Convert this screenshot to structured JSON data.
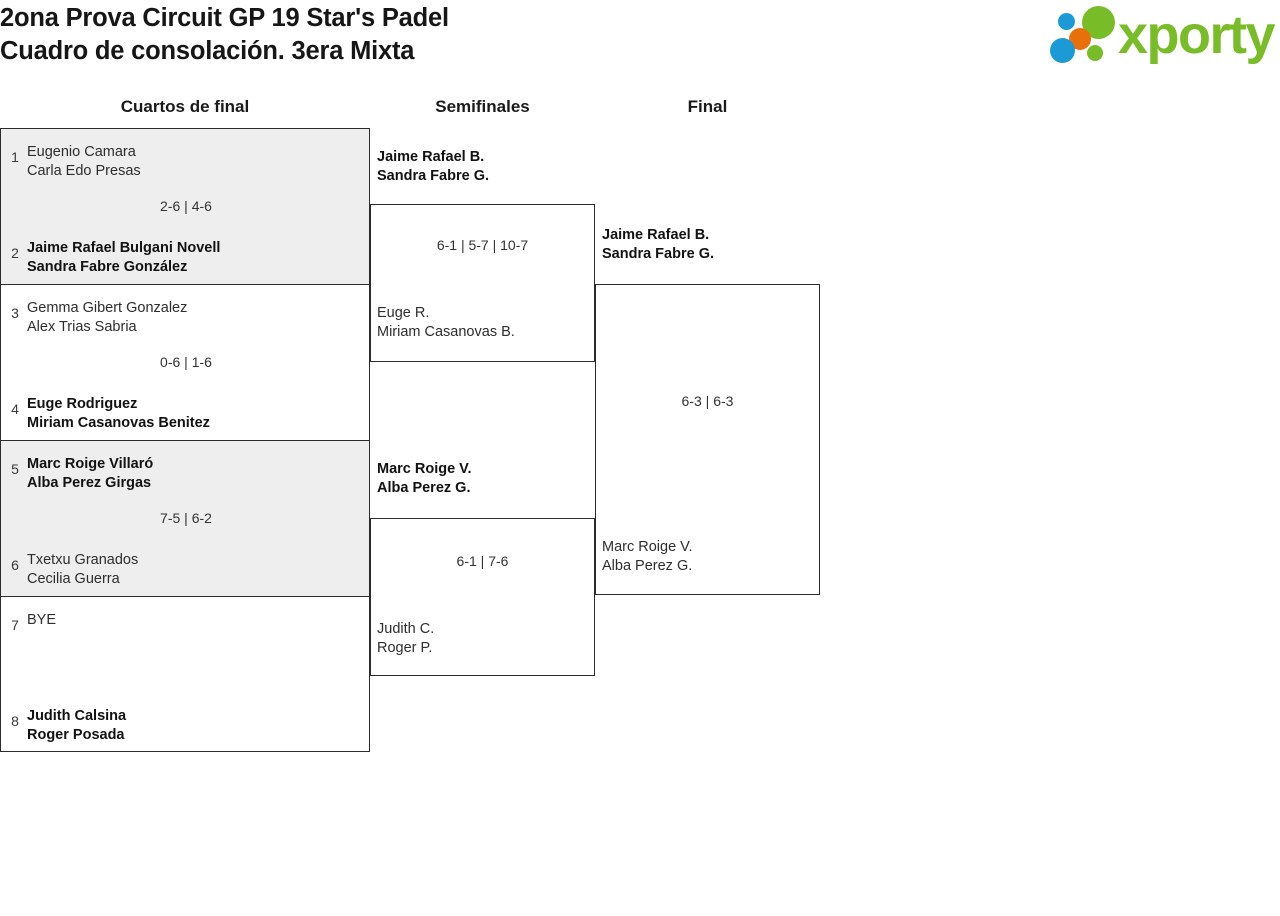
{
  "header": {
    "title_line1": "2ona Prova Circuit GP 19 Star's Padel",
    "title_line2": "Cuadro de consolación. 3era Mixta",
    "logo_text": "xporty",
    "logo_colors": {
      "green": "#78bc28",
      "blue": "#1b9ad6",
      "orange": "#e8700a"
    }
  },
  "rounds": {
    "quarterfinals_label": "Cuartos de final",
    "semifinals_label": "Semifinales",
    "final_label": "Final"
  },
  "bracket": {
    "quarterfinals": [
      {
        "shaded": true,
        "score": "2-6 | 4-6",
        "top": {
          "seed": "1",
          "player1": "Eugenio Camara",
          "player2": "Carla Edo Presas",
          "winner": false
        },
        "bottom": {
          "seed": "2",
          "player1": "Jaime Rafael Bulgani Novell",
          "player2": "Sandra Fabre González",
          "winner": true
        }
      },
      {
        "shaded": false,
        "score": "0-6 | 1-6",
        "top": {
          "seed": "3",
          "player1": "Gemma Gibert Gonzalez",
          "player2": "Alex Trias Sabria",
          "winner": false
        },
        "bottom": {
          "seed": "4",
          "player1": "Euge Rodriguez",
          "player2": "Miriam Casanovas Benitez",
          "winner": true
        }
      },
      {
        "shaded": true,
        "score": "7-5 | 6-2",
        "top": {
          "seed": "5",
          "player1": "Marc Roige Villaró",
          "player2": "Alba Perez Girgas",
          "winner": true
        },
        "bottom": {
          "seed": "6",
          "player1": "Txetxu Granados",
          "player2": "Cecilia Guerra",
          "winner": false
        }
      },
      {
        "shaded": false,
        "score": "",
        "top": {
          "seed": "7",
          "player1": "BYE",
          "player2": "",
          "winner": false
        },
        "bottom": {
          "seed": "8",
          "player1": "Judith Calsina",
          "player2": "Roger Posada",
          "winner": true
        }
      }
    ],
    "semifinals": [
      {
        "score": "6-1 | 5-7 | 10-7",
        "top": {
          "player1": "Jaime Rafael B.",
          "player2": "Sandra Fabre G.",
          "winner": true
        },
        "bottom": {
          "player1": "Euge R.",
          "player2": "Miriam Casanovas B.",
          "winner": false
        }
      },
      {
        "score": "6-1 | 7-6",
        "top": {
          "player1": "Marc Roige V.",
          "player2": "Alba Perez G.",
          "winner": true
        },
        "bottom": {
          "player1": "Judith C.",
          "player2": "Roger P.",
          "winner": false
        }
      }
    ],
    "final": {
      "score": "6-3 | 6-3",
      "top": {
        "player1": "Jaime Rafael B.",
        "player2": "Sandra Fabre G.",
        "winner": true
      },
      "bottom": {
        "player1": "Marc Roige V.",
        "player2": "Alba Perez G.",
        "winner": false
      }
    }
  }
}
